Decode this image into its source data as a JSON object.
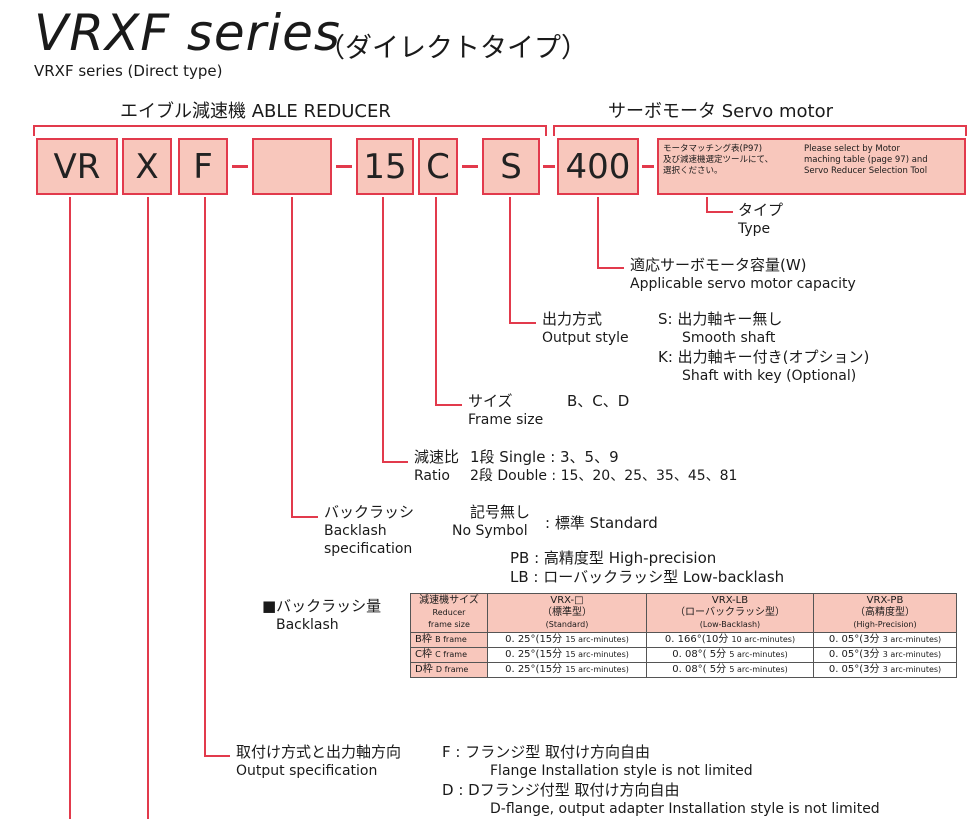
{
  "title": {
    "main": "VRXF series",
    "jp": "（ダイレクトタイプ）",
    "sub": "VRXF series (Direct type)"
  },
  "groups": {
    "reducer": "エイブル減速機  ABLE REDUCER",
    "servo": "サーボモータ  Servo motor"
  },
  "code": {
    "vr": "VR",
    "x": "X",
    "f": "F",
    "blank": "",
    "ratio": "15",
    "size": "C",
    "output": "S",
    "capacity": "400",
    "dash": "-"
  },
  "note": {
    "jp1": "モータマッチング表(P97)",
    "jp2": "及び減速機選定ツールにて、",
    "jp3": "選択ください。",
    "en1": "Please select by Motor",
    "en2": "maching table (page 97) and",
    "en3": "Servo Reducer Selection Tool"
  },
  "items": {
    "type_jp": "タイプ",
    "type_en": "Type",
    "cap_jp": "適応サーボモータ容量(W)",
    "cap_en": "Applicable servo motor capacity",
    "out_jp": "出力方式",
    "out_en": "Output style",
    "out_s_jp": "S:  出力軸キー無し",
    "out_s_en": "Smooth shaft",
    "out_k_jp": "K:  出力軸キー付き(オプション)",
    "out_k_en": "Shaft with key (Optional)",
    "size_jp": "サイズ",
    "size_vals": "B、C、D",
    "size_en": "Frame size",
    "ratio_jp": "減速比",
    "ratio_single": "1段  Single   :  3、5、9",
    "ratio_en": "Ratio",
    "ratio_double": "2段  Double  :  15、20、25、35、45、81",
    "bl_jp": "バックラッシ",
    "bl_en1": "Backlash",
    "bl_en2": "specification",
    "bl_nosym_jp": "記号無し",
    "bl_nosym_en": "No Symbol",
    "bl_std": ":  標準  Standard",
    "bl_pb": "PB  :  高精度型  High-precision",
    "bl_lb": "LB  :  ローバックラッシ型  Low-backlash",
    "bl_amount_jp": "■バックラッシ量",
    "bl_amount_en": "Backlash",
    "os_jp": "取付け方式と出力軸方向",
    "os_en": "Output specification",
    "os_f": "F  :  フランジ型  取付け方向自由",
    "os_f_en": "Flange  Installation style is not limited",
    "os_d": "D  :  Dフランジ付型  取付け方向自由",
    "os_d_en": "D-flange, output adapter  Installation style is not limited"
  },
  "table": {
    "h0": [
      "減速機サイズ",
      "Reducer",
      "frame size"
    ],
    "h1": [
      "VRX-□",
      "（標準型）",
      "(Standard)"
    ],
    "h2": [
      "VRX-LB",
      "（ローバックラッシ型）",
      "(Low-Backlash)"
    ],
    "h3": [
      "VRX-PB",
      "（高精度型）",
      "(High-Precision)"
    ],
    "rows": [
      {
        "frame": "B枠",
        "frame_en": "B frame",
        "c1": "0. 25°(15分",
        "c1s": "15 arc-minutes)",
        "c2": "0. 166°(10分",
        "c2s": "10 arc-minutes)",
        "c3": "0. 05°(3分",
        "c3s": "3 arc-minutes)"
      },
      {
        "frame": "C枠",
        "frame_en": "C frame",
        "c1": "0. 25°(15分",
        "c1s": "15 arc-minutes)",
        "c2": "0. 08°( 5分",
        "c2s": "5 arc-minutes)",
        "c3": "0. 05°(3分",
        "c3s": "3 arc-minutes)"
      },
      {
        "frame": "D枠",
        "frame_en": "D frame",
        "c1": "0. 25°(15分",
        "c1s": "15 arc-minutes)",
        "c2": "0. 08°( 5分",
        "c2s": "5 arc-minutes)",
        "c3": "0. 05°(3分",
        "c3s": "3 arc-minutes)"
      }
    ]
  },
  "colors": {
    "accent": "#e23a4c",
    "fill": "#f8c7bc"
  }
}
